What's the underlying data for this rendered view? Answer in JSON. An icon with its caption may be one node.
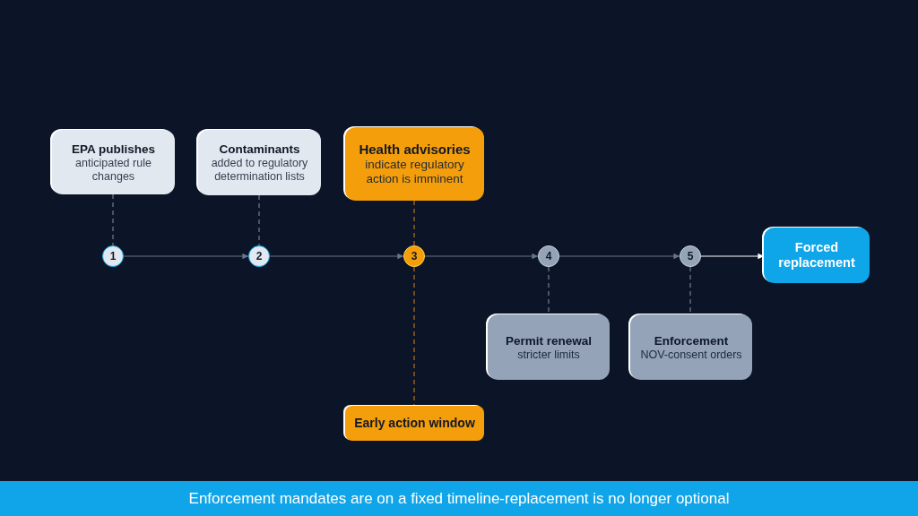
{
  "diagram": {
    "caption": "Enforcement mandates are on a fixed timeline-replacement is no longer optional",
    "nodes": [
      {
        "text": [
          "EPA publishes",
          "anticipated rule changes"
        ]
      },
      {
        "text": [
          "Contaminants",
          "added to regulatory determination lists"
        ]
      },
      {
        "text": [
          "Health advisories",
          "indicate regulatory action is imminent"
        ]
      },
      {
        "text": [
          "1"
        ]
      },
      {
        "text": [
          "2"
        ]
      },
      {
        "text": [
          "3"
        ]
      },
      {
        "text": [
          "4"
        ]
      },
      {
        "text": [
          "5"
        ]
      },
      {
        "text": [
          "Forced replacement"
        ]
      },
      {
        "text": [
          "Permit renewal",
          "stricter limits"
        ]
      },
      {
        "text": [
          "Enforcement",
          "NOV-consent orders"
        ]
      },
      {
        "text": [
          "Early action window"
        ]
      }
    ],
    "edges": [
      {
        "from": 3,
        "to": 4,
        "arrow": "to"
      },
      {
        "from": 4,
        "to": 5,
        "arrow": "to"
      },
      {
        "from": 5,
        "to": 6,
        "arrow": "to"
      },
      {
        "from": 6,
        "to": 7,
        "arrow": "to"
      },
      {
        "from": 7,
        "to": 8,
        "arrow": "to",
        "color": "#ffffff"
      },
      {
        "from": 0,
        "to": 3,
        "arrow": "none",
        "style": "dashed"
      },
      {
        "from": 1,
        "to": 4,
        "arrow": "none",
        "style": "dashed"
      },
      {
        "from": 2,
        "to": 5,
        "arrow": "none",
        "style": "dashed",
        "color": "#a86b1c"
      },
      {
        "from": 5,
        "to": 11,
        "arrow": "none",
        "style": "dashed",
        "color": "#a86b1c"
      },
      {
        "from": 6,
        "to": 9,
        "arrow": "none",
        "style": "dashed"
      },
      {
        "from": 7,
        "to": 10,
        "arrow": "none",
        "style": "dashed"
      }
    ]
  }
}
